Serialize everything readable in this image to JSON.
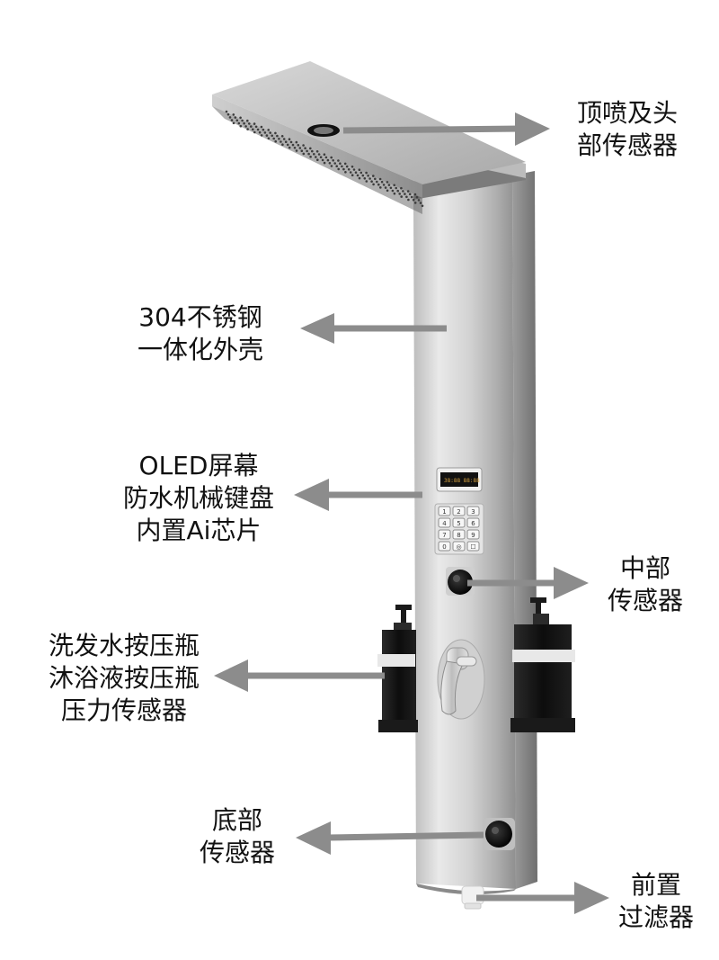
{
  "labels": {
    "top_spray": [
      "顶喷及头",
      "部传感器"
    ],
    "shell": [
      "304不锈钢",
      "一体化外壳"
    ],
    "oled": [
      "OLED屏幕",
      "防水机械键盘",
      "内置Ai芯片"
    ],
    "middle_sensor": [
      "中部",
      "传感器"
    ],
    "bottles": [
      "洗发水按压瓶",
      "沐浴液按压瓶",
      "压力传感器"
    ],
    "bottom_sensor": [
      "底部",
      "传感器"
    ],
    "filter": [
      "前置",
      "过滤器"
    ]
  },
  "keypad": {
    "keys": [
      "1",
      "2",
      "3",
      "4",
      "5",
      "6",
      "7",
      "8",
      "9",
      "0",
      "◎",
      "☐"
    ]
  },
  "colors": {
    "arrow": "#8c8c8c",
    "steel_light": "#e6e6e6",
    "steel_dark": "#9a9a9a",
    "bottle": "#111111",
    "bottle_band": "#e8e8e8"
  }
}
